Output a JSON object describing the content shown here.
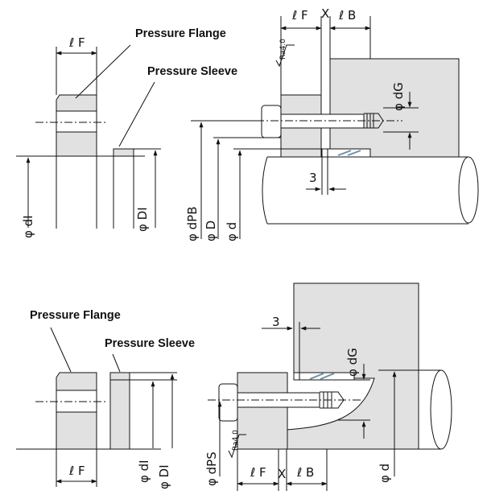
{
  "colors": {
    "part_fill": "#e1e1e1",
    "line": "#111111",
    "hatch": "#6f8fa3"
  },
  "top": {
    "callout_flange": "Pressure Flange",
    "callout_sleeve": "Pressure Sleeve",
    "exploded": {
      "dim_lF": "ℓ F",
      "dim_dI": "φ dI",
      "dim_DI": "φ DI"
    },
    "assembly": {
      "dim_lF": "ℓ F",
      "dim_X": "X",
      "dim_lB": "ℓ B",
      "roughness": "Ra4.0",
      "dim_dG": "φ dG",
      "dim_3": "3",
      "dim_dPB": "φ dPB",
      "dim_D": "φ D",
      "dim_d": "φ d"
    }
  },
  "bottom": {
    "callout_flange": "Pressure Flange",
    "callout_sleeve": "Pressure Sleeve",
    "exploded": {
      "dim_lF": "ℓ F",
      "dim_dI": "φ dI",
      "dim_DI": "φ DI"
    },
    "assembly": {
      "dim_3": "3",
      "dim_dG": "φ dG",
      "roughness": "Ra4.0",
      "dim_dPS": "φ dPS",
      "dim_lF": "ℓ F",
      "dim_X": "X",
      "dim_lB": "ℓ B",
      "dim_d": "φ d"
    }
  }
}
